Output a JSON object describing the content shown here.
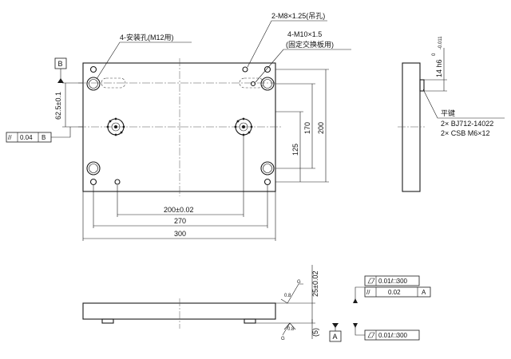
{
  "drawing": {
    "top_view": {
      "mounting_holes_label": "4-安装孔(M12用)",
      "lifting_holes_label": "2-M8×1.25(吊孔)",
      "fixing_holes_label_1": "4-M10×1.5",
      "fixing_holes_label_2": "(固定交换板用)",
      "datum_b": "B",
      "vertical_offset": "62.5±0.1",
      "parallel_symbol": "//",
      "parallel_tolerance": "0.04",
      "parallel_datum": "B",
      "dim_200_horizontal": "200±0.02",
      "dim_270": "270",
      "dim_300": "300",
      "dim_125": "125",
      "dim_170": "170",
      "dim_200_vertical": "200"
    },
    "side_view": {
      "key_depth": "14 h6",
      "key_tol_upper": "0",
      "key_tol_lower": "-0.011",
      "key_label": "平键",
      "key_spec": "2× BJ712-14022",
      "screw_spec": "2× CSB M6×12"
    },
    "front_view": {
      "thickness": "25±0.02",
      "foot_height": "(5)",
      "roughness_value": "0.8",
      "roughness_grade": "G",
      "flatness_tol_1": "0.01/□300",
      "parallel_tol": "0.02",
      "parallel_datum": "A",
      "datum_a": "A",
      "flatness_tol_2": "0.01/□300"
    }
  }
}
